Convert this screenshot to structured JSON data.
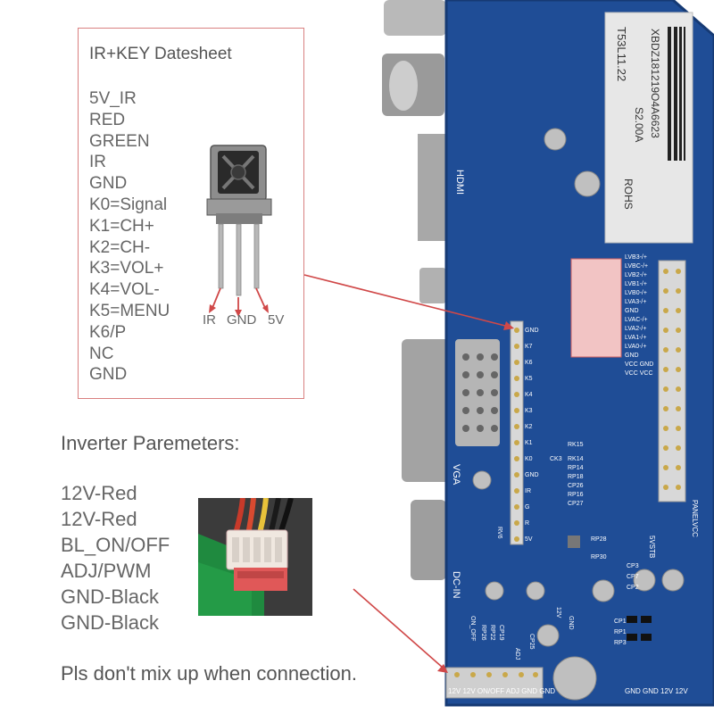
{
  "ir_box": {
    "title": "IR+KEY Datesheet",
    "pins": [
      "5V_IR",
      "RED",
      "GREEN",
      "IR",
      "GND",
      "K0=Signal",
      "K1=CH+",
      "K2=CH-",
      "K3=VOL+",
      "K4=VOL-",
      "K5=MENU",
      "K6/P",
      "NC",
      "GND"
    ],
    "sensor_pins": [
      "IR",
      "GND",
      "5V"
    ]
  },
  "inverter": {
    "title": "Inverter Paremeters:",
    "items": [
      "12V-Red",
      "12V-Red",
      "BL_ON/OFF",
      "ADJ/PWM",
      "GND-Black",
      "GND-Black"
    ],
    "note": "Pls don't mix up when connection."
  },
  "board": {
    "sticker_code": "XBDZ181219O4A6623",
    "sticker_model": "T53L11.22",
    "sticker_rev": "S2.00A",
    "sticker_rohs": "ROHS",
    "hdmi": "HDMI",
    "vga": "VGA",
    "dc_in": "DC-IN",
    "inverter_header": "12V 12V ON/OFF ADJ GND GND",
    "lvds_footer": "GND GND 12V 12V",
    "ir_header_labels": [
      "GND",
      "K7",
      "K6",
      "K5",
      "K4",
      "K3",
      "K2",
      "K1",
      "K0",
      "GND",
      "IR",
      "G",
      "R",
      "5V"
    ],
    "lvds_labels": [
      "LVB3-/+",
      "LVBC-/+",
      "LVB2-/+",
      "LVB1-/+",
      "LVB0-/+",
      "LVA3-/+",
      "GND",
      "LVAC-/+",
      "LVA2-/+",
      "LVA1-/+",
      "LVA0-/+",
      "GND",
      "VCC GND",
      "VCC VCC"
    ],
    "misc": [
      "PANELVCC",
      "5VSTB",
      "RP28",
      "RP30",
      "CP3",
      "CP7",
      "CP2",
      "CP1",
      "RP1",
      "RP3",
      "12V",
      "ADJ",
      "ON_OFF",
      "RP26",
      "RP22",
      "CP19",
      "CP25",
      "GND",
      "CK3",
      "RK14",
      "RK15",
      "RP14",
      "RP18",
      "CP26",
      "RP16",
      "CP27",
      "RV6"
    ]
  },
  "colors": {
    "pcb": "#1f4d96",
    "box_border": "#d98080",
    "arrow": "#d04848",
    "label_text": "#555555",
    "sticker": "#e7e7e7"
  }
}
